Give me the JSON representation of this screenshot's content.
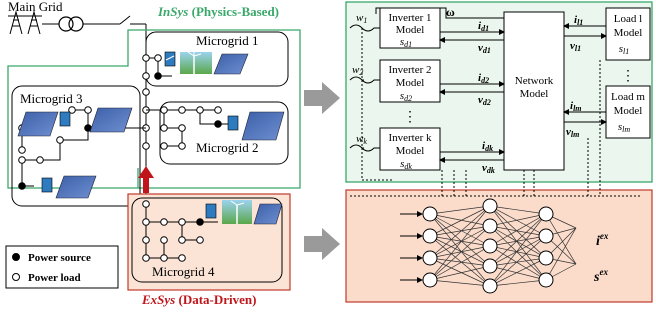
{
  "left": {
    "main_grid_label": "Main Grid",
    "insys_prefix": "InSys",
    "insys_suffix": " (Physics-Based)",
    "exsys_prefix": "ExSys",
    "exsys_suffix": " (Data-Driven)",
    "microgrids": [
      "Microgrid 1",
      "Microgrid 2",
      "Microgrid 3",
      "Microgrid 4"
    ],
    "legend": {
      "source": "Power source",
      "load": "Power load"
    },
    "colors": {
      "insys": "#3aa86b",
      "exsys_border": "#c0392b",
      "exsys_fill": "#fbe4d6",
      "arrow": "#c0161b"
    }
  },
  "right": {
    "omega": "ω",
    "inverters": [
      {
        "line1": "Inverter 1",
        "line2": "Model",
        "state": "s",
        "sub": "d1",
        "w": "w",
        "wsub": "1",
        "i": "i",
        "isub": "d1",
        "v": "v",
        "vsub": "d1"
      },
      {
        "line1": "Inverter 2",
        "line2": "Model",
        "state": "s",
        "sub": "d2",
        "w": "w",
        "wsub": "2",
        "i": "i",
        "isub": "d2",
        "v": "v",
        "vsub": "d2"
      },
      {
        "line1": "Inverter k",
        "line2": "Model",
        "state": "s",
        "sub": "dk",
        "w": "w",
        "wsub": "k",
        "i": "i",
        "isub": "dk",
        "v": "v",
        "vsub": "dk"
      }
    ],
    "network": [
      "Network",
      "Model"
    ],
    "loads": [
      {
        "line1": "Load l",
        "line2": "Model",
        "state": "s",
        "sub": "l1",
        "i": "i",
        "isub": "l1",
        "v": "v",
        "vsub": "l1"
      },
      {
        "line1": "Load m",
        "line2": "Model",
        "state": "s",
        "sub": "lm",
        "i": "i",
        "isub": "lm",
        "v": "v",
        "vsub": "lm"
      }
    ],
    "vdots": "⋮",
    "nn_output_i": "i",
    "nn_output_s": "s",
    "nn_output_sup": "ex"
  }
}
